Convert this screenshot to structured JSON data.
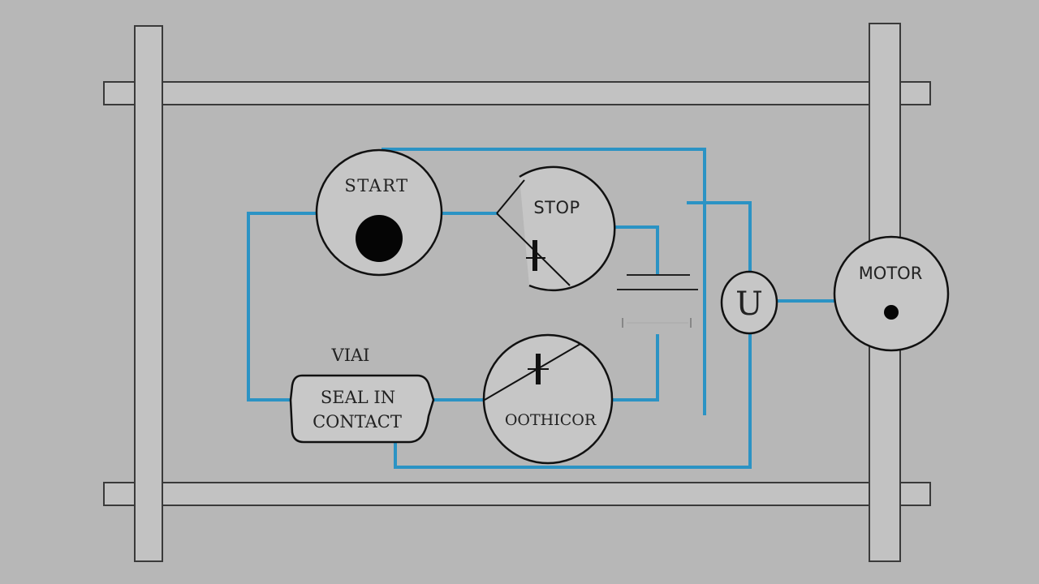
{
  "colors": {
    "background": "#b7b7b7",
    "frame_stroke": "#3a3a3a",
    "frame_fill": "#c2c2c2",
    "symbol_stroke": "#111111",
    "symbol_fill": "#c8c8c8",
    "wire": "#2b93c4"
  },
  "components": {
    "start": {
      "label": "START"
    },
    "stop": {
      "label": "STOP"
    },
    "seal_in": {
      "caption": "VIAI",
      "line1": "SEAL IN",
      "line2": "CONTACT"
    },
    "contactor": {
      "label": "OOTHICOR"
    },
    "overload": {
      "symbol": "U"
    },
    "motor": {
      "label": "MOTOR"
    }
  }
}
